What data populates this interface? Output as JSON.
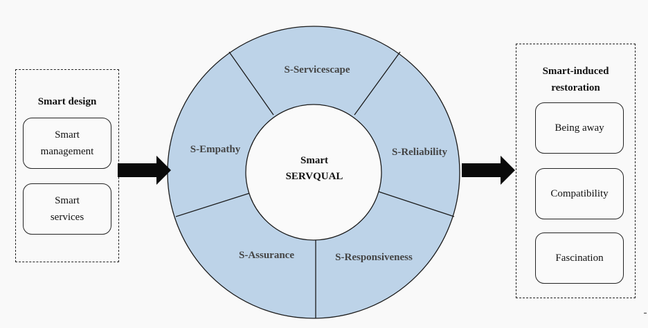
{
  "left_panel": {
    "title": "Smart design",
    "items": [
      "Smart management",
      "Smart services"
    ]
  },
  "wheel": {
    "center": [
      "Smart",
      "SERVQUAL"
    ],
    "segments": [
      "S-Servicescape",
      "S-Reliability",
      "S-Responsiveness",
      "S-Assurance",
      "S-Empathy"
    ]
  },
  "right_panel": {
    "title_lines": [
      "Smart-induced",
      "restoration"
    ],
    "items": [
      "Being away",
      "Compatibility",
      "Fascination"
    ]
  },
  "colors": {
    "ring_fill": "#bdd3e8",
    "stroke": "#1a1a1a",
    "arrow": "#0a0a0a",
    "background": "#f9f9f9"
  },
  "icons": {
    "arrow_left": "right-arrow-icon",
    "arrow_right": "right-arrow-icon"
  }
}
